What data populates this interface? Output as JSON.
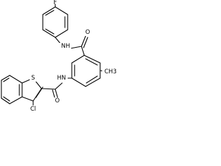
{
  "structure": {
    "atom_labels": {
      "fluorine": "F",
      "amide_nh_upper": "NH",
      "carbonyl_o_upper": "O",
      "amide_nh_lower": "HN",
      "methyl": "CH3",
      "carbonyl_o_lower": "O",
      "sulfur": "S",
      "chlorine": "Cl"
    }
  }
}
